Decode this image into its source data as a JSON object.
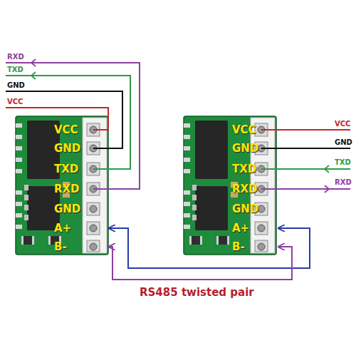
{
  "diagram": {
    "nodes": [
      {
        "text": [
          "VCC",
          "GND",
          "TXD",
          "RXD",
          "GND",
          "A+",
          "B-"
        ]
      },
      {
        "text": [
          "VCC",
          "GND",
          "TXD",
          "RXD",
          "GND",
          "A+",
          "B-"
        ]
      }
    ],
    "edges": [
      {
        "from": 0,
        "to": 1,
        "arrow": "both"
      },
      {
        "from": 0,
        "to": 1,
        "arrow": "both"
      }
    ],
    "labels": [
      "RXD",
      "TXD",
      "GND",
      "VCC",
      "VCC",
      "GND",
      "TXD",
      "RXD",
      "RS485 twisted pair"
    ]
  }
}
